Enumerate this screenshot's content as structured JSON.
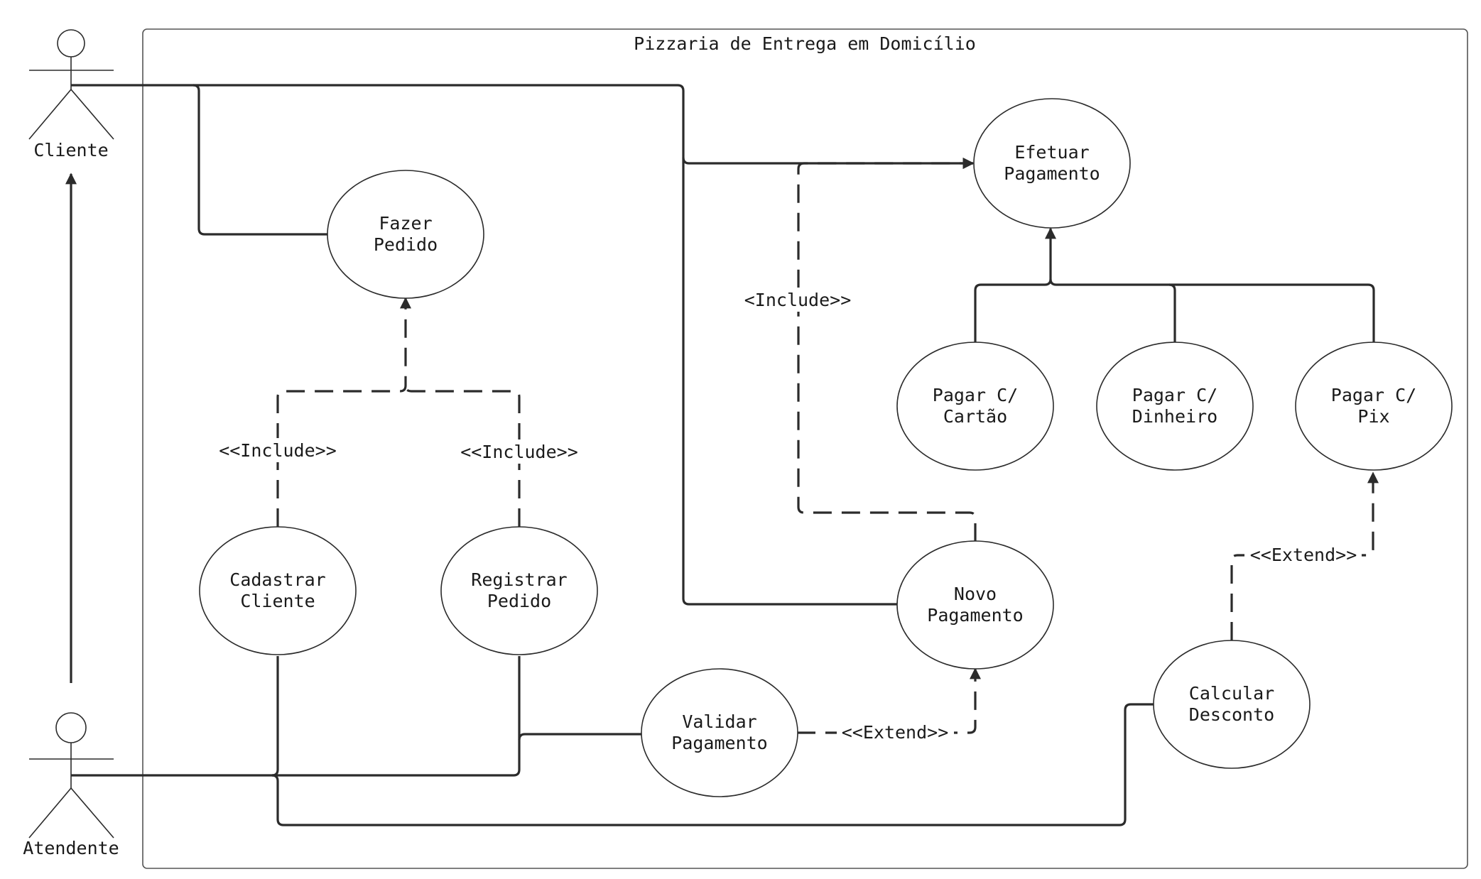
{
  "system": {
    "title": "Pizzaria de Entrega em Domicílio"
  },
  "actors": {
    "cliente": {
      "label": "Cliente"
    },
    "atendente": {
      "label": "Atendente"
    }
  },
  "use_cases": {
    "fazer_pedido": {
      "line1": "Fazer",
      "line2": "Pedido"
    },
    "efetuar_pagamento": {
      "line1": "Efetuar",
      "line2": "Pagamento"
    },
    "pagar_cartao": {
      "line1": "Pagar C/",
      "line2": "Cartão"
    },
    "pagar_dinheiro": {
      "line1": "Pagar C/",
      "line2": "Dinheiro"
    },
    "pagar_pix": {
      "line1": "Pagar C/",
      "line2": "Pix"
    },
    "cadastrar_cliente": {
      "line1": "Cadastrar",
      "line2": "Cliente"
    },
    "registrar_pedido": {
      "line1": "Registrar",
      "line2": "Pedido"
    },
    "novo_pagamento": {
      "line1": "Novo",
      "line2": "Pagamento"
    },
    "validar_pagamento": {
      "line1": "Validar",
      "line2": "Pagamento"
    },
    "calcular_desconto": {
      "line1": "Calcular",
      "line2": "Desconto"
    }
  },
  "relations": {
    "include_cadastrar": "<<Include>>",
    "include_registrar": "<<Include>>",
    "include_novo_pagamento": "<Include>>",
    "extend_validar": "<<Extend>>",
    "extend_desconto": "<<Extend>>"
  }
}
